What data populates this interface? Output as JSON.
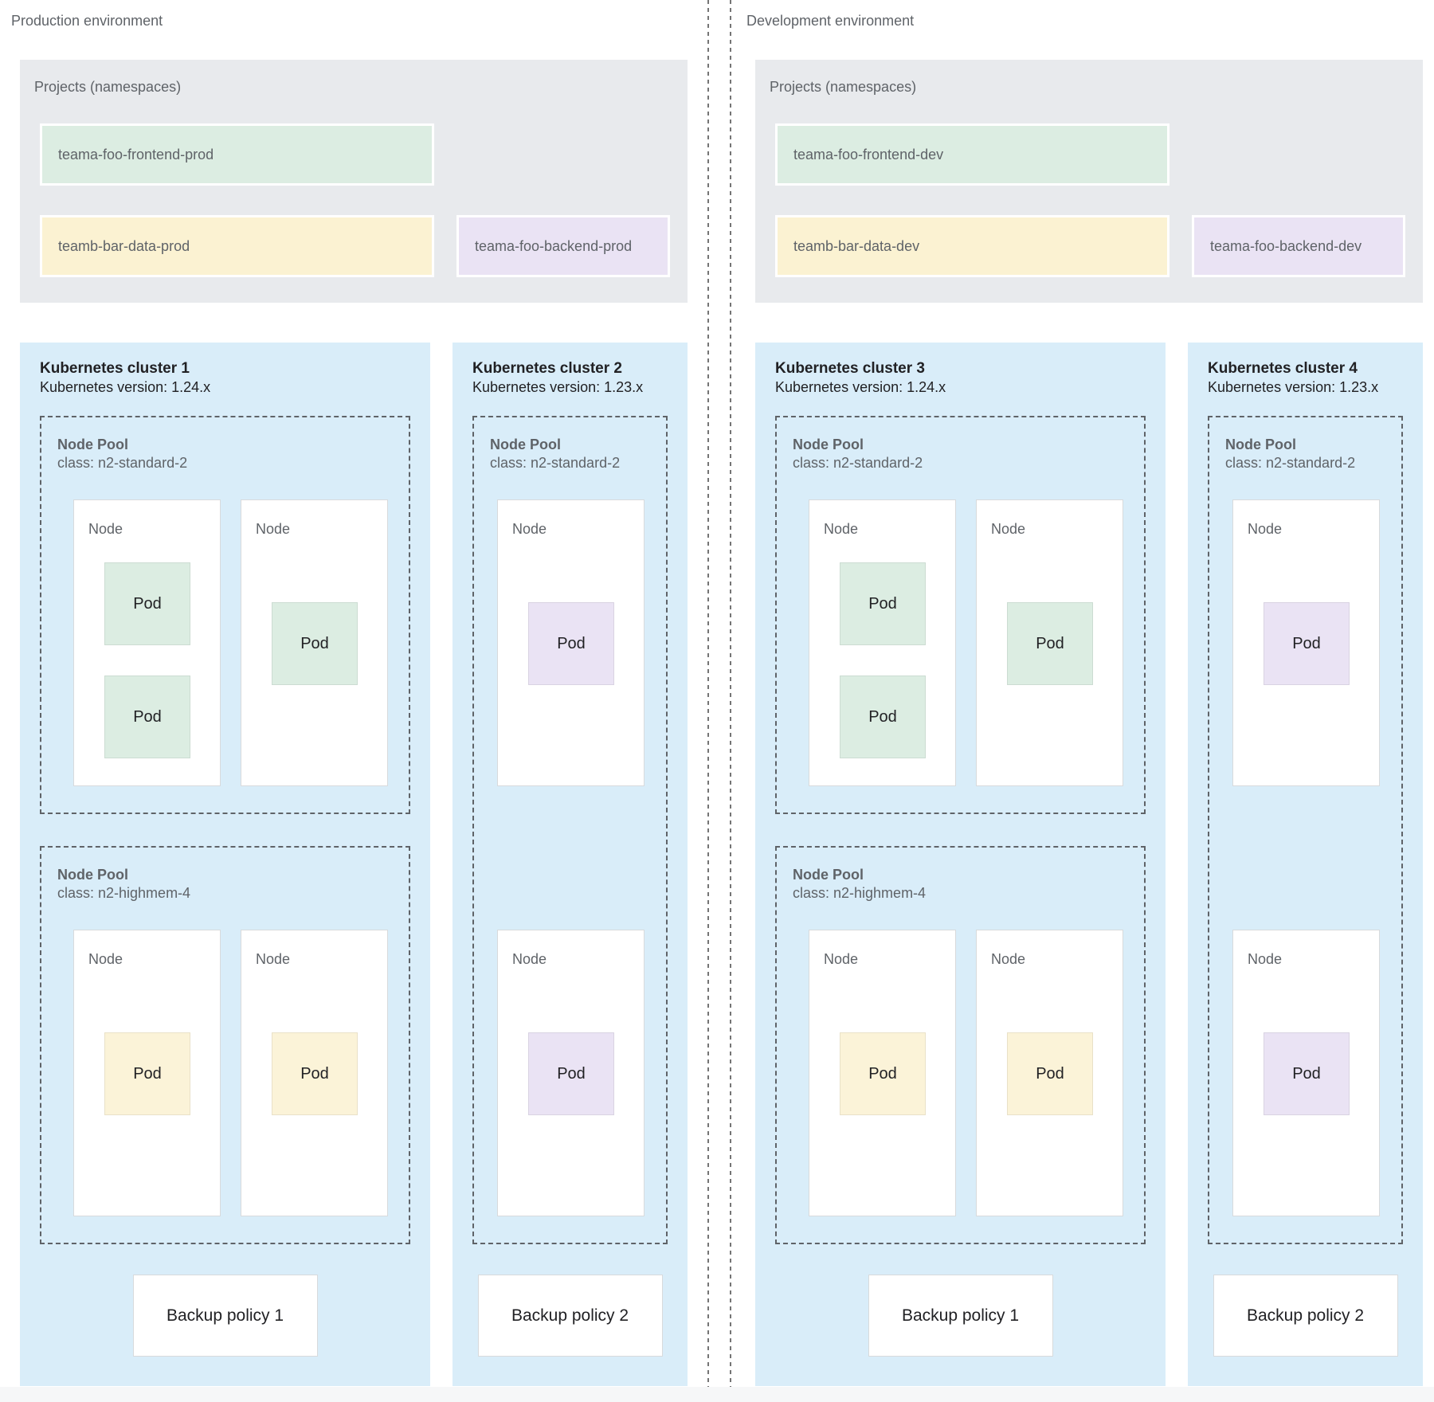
{
  "colors": {
    "cluster_bg": "#d9edf9",
    "projects_bg": "#e8eaed",
    "namespace_green": "#dcede2",
    "namespace_yellow": "#fbf2d2",
    "namespace_purple": "#eae3f4",
    "pod_green": "#dcede2",
    "pod_yellow": "#fbf3d8",
    "pod_purple": "#eae3f4",
    "dashed_border": "#5f6368",
    "separator": "#757575"
  },
  "environments": [
    {
      "label": "Production environment",
      "projects": {
        "title": "Projects (namespaces)",
        "namespaces": [
          {
            "name": "teama-foo-frontend-prod",
            "color": "green"
          },
          {
            "name": "teamb-bar-data-prod",
            "color": "yellow"
          },
          {
            "name": "teama-foo-backend-prod",
            "color": "purple"
          }
        ]
      },
      "clusters": [
        {
          "title": "Kubernetes cluster 1",
          "version": "Kubernetes version: 1.24.x",
          "node_pools": [
            {
              "title": "Node Pool",
              "class_line": "class: n2-standard-2",
              "nodes": [
                {
                  "label": "Node",
                  "pods": [
                    {
                      "label": "Pod",
                      "color": "green"
                    },
                    {
                      "label": "Pod",
                      "color": "green"
                    }
                  ]
                },
                {
                  "label": "Node",
                  "pods": [
                    {
                      "label": "Pod",
                      "color": "green"
                    }
                  ]
                }
              ]
            },
            {
              "title": "Node Pool",
              "class_line": "class: n2-highmem-4",
              "nodes": [
                {
                  "label": "Node",
                  "pods": [
                    {
                      "label": "Pod",
                      "color": "yellow"
                    }
                  ]
                },
                {
                  "label": "Node",
                  "pods": [
                    {
                      "label": "Pod",
                      "color": "yellow"
                    }
                  ]
                }
              ]
            }
          ],
          "backup_policy": "Backup policy 1"
        },
        {
          "title": "Kubernetes cluster 2",
          "version": "Kubernetes version: 1.23.x",
          "node_pools": [
            {
              "title": "Node Pool",
              "class_line": "class: n2-standard-2",
              "nodes": [
                {
                  "label": "Node",
                  "pods": [
                    {
                      "label": "Pod",
                      "color": "purple"
                    }
                  ]
                },
                {
                  "label": "Node",
                  "pods": [
                    {
                      "label": "Pod",
                      "color": "purple"
                    }
                  ]
                }
              ]
            }
          ],
          "backup_policy": "Backup policy 2"
        }
      ]
    },
    {
      "label": "Development environment",
      "projects": {
        "title": "Projects (namespaces)",
        "namespaces": [
          {
            "name": "teama-foo-frontend-dev",
            "color": "green"
          },
          {
            "name": "teamb-bar-data-dev",
            "color": "yellow"
          },
          {
            "name": "teama-foo-backend-dev",
            "color": "purple"
          }
        ]
      },
      "clusters": [
        {
          "title": "Kubernetes cluster 3",
          "version": "Kubernetes version: 1.24.x",
          "node_pools": [
            {
              "title": "Node Pool",
              "class_line": "class: n2-standard-2",
              "nodes": [
                {
                  "label": "Node",
                  "pods": [
                    {
                      "label": "Pod",
                      "color": "green"
                    },
                    {
                      "label": "Pod",
                      "color": "green"
                    }
                  ]
                },
                {
                  "label": "Node",
                  "pods": [
                    {
                      "label": "Pod",
                      "color": "green"
                    }
                  ]
                }
              ]
            },
            {
              "title": "Node Pool",
              "class_line": "class: n2-highmem-4",
              "nodes": [
                {
                  "label": "Node",
                  "pods": [
                    {
                      "label": "Pod",
                      "color": "yellow"
                    }
                  ]
                },
                {
                  "label": "Node",
                  "pods": [
                    {
                      "label": "Pod",
                      "color": "yellow"
                    }
                  ]
                }
              ]
            }
          ],
          "backup_policy": "Backup policy 1"
        },
        {
          "title": "Kubernetes cluster 4",
          "version": "Kubernetes version: 1.23.x",
          "node_pools": [
            {
              "title": "Node Pool",
              "class_line": "class: n2-standard-2",
              "nodes": [
                {
                  "label": "Node",
                  "pods": [
                    {
                      "label": "Pod",
                      "color": "purple"
                    }
                  ]
                },
                {
                  "label": "Node",
                  "pods": [
                    {
                      "label": "Pod",
                      "color": "purple"
                    }
                  ]
                }
              ]
            }
          ],
          "backup_policy": "Backup policy 2"
        }
      ]
    }
  ]
}
